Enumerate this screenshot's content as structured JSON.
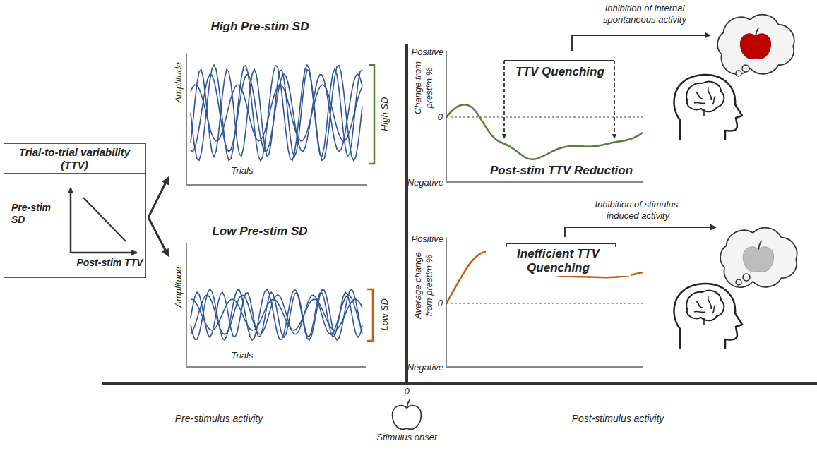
{
  "diagram": {
    "nodes": [
      {
        "text": [
          "Trial-to-trial variability (TTV)",
          "Pre-stim SD",
          "Post-stim TTV"
        ]
      },
      {
        "text": [
          "High Pre-stim SD",
          "Amplitude",
          "Trials",
          "High SD"
        ]
      },
      {
        "text": [
          "Low Pre-stim SD",
          "Amplitude",
          "Trials",
          "Low SD"
        ]
      }
    ],
    "edges": [
      {
        "from": 0,
        "to": 1,
        "arrow": "to"
      },
      {
        "from": 0,
        "to": 2,
        "arrow": "to"
      }
    ],
    "labels": [
      "Pre-stimulus activity",
      "0",
      "Stimulus onset",
      "Post-stimulus activity",
      "Positive",
      "Change from prestim %",
      "0",
      "Negative",
      "TTV Quenching",
      "Post-stim TTV Reduction",
      "Inhibition of internal spontaneous activity",
      "Positive",
      "Average change from prestim %",
      "0",
      "Negative",
      "Inefficient TTV Quenching",
      "Inhibition of stimulus-induced activity"
    ]
  }
}
